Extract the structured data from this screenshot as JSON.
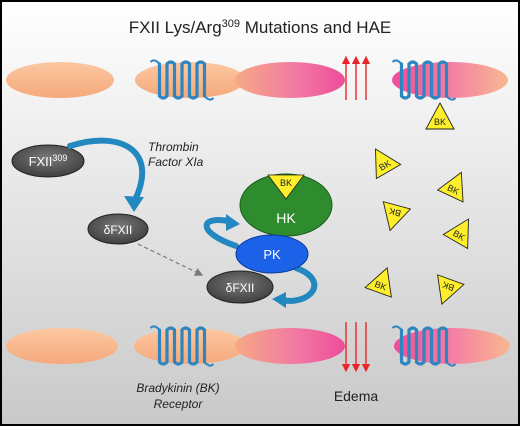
{
  "title": {
    "main": "FXII Lys/Arg",
    "superscript": "309",
    "rest": " Mutations and HAE"
  },
  "colors": {
    "frame": "#000000",
    "background_top": "#ffffff",
    "background_bottom": "#c9c9c9",
    "cell": "#f7b98f",
    "cell_pink": "#f06aa6",
    "receptor": "#2e86c1",
    "arrow_red": "#e8262a",
    "bk_fill": "#ffef2b",
    "hk_fill": "#2e8b2e",
    "pk_fill": "#1b62e8",
    "node_fill": "#5a5a5a",
    "curved_arrow": "#2488c0"
  },
  "enzymes": {
    "label": "Thrombin",
    "label2": "Factor XIa"
  },
  "nodes": {
    "fxii_main": "FXII",
    "fxii_sup": "309",
    "dfxii_top": "δFXII",
    "dfxii_bottom": "δFXII",
    "hk": "HK",
    "pk": "PK",
    "bk_on_hk": "BK"
  },
  "bk_peptide_label": "BK",
  "bottom_labels": {
    "receptor_line1": "Bradykinin (BK)",
    "receptor_line2": "Receptor",
    "edema": "Edema"
  }
}
